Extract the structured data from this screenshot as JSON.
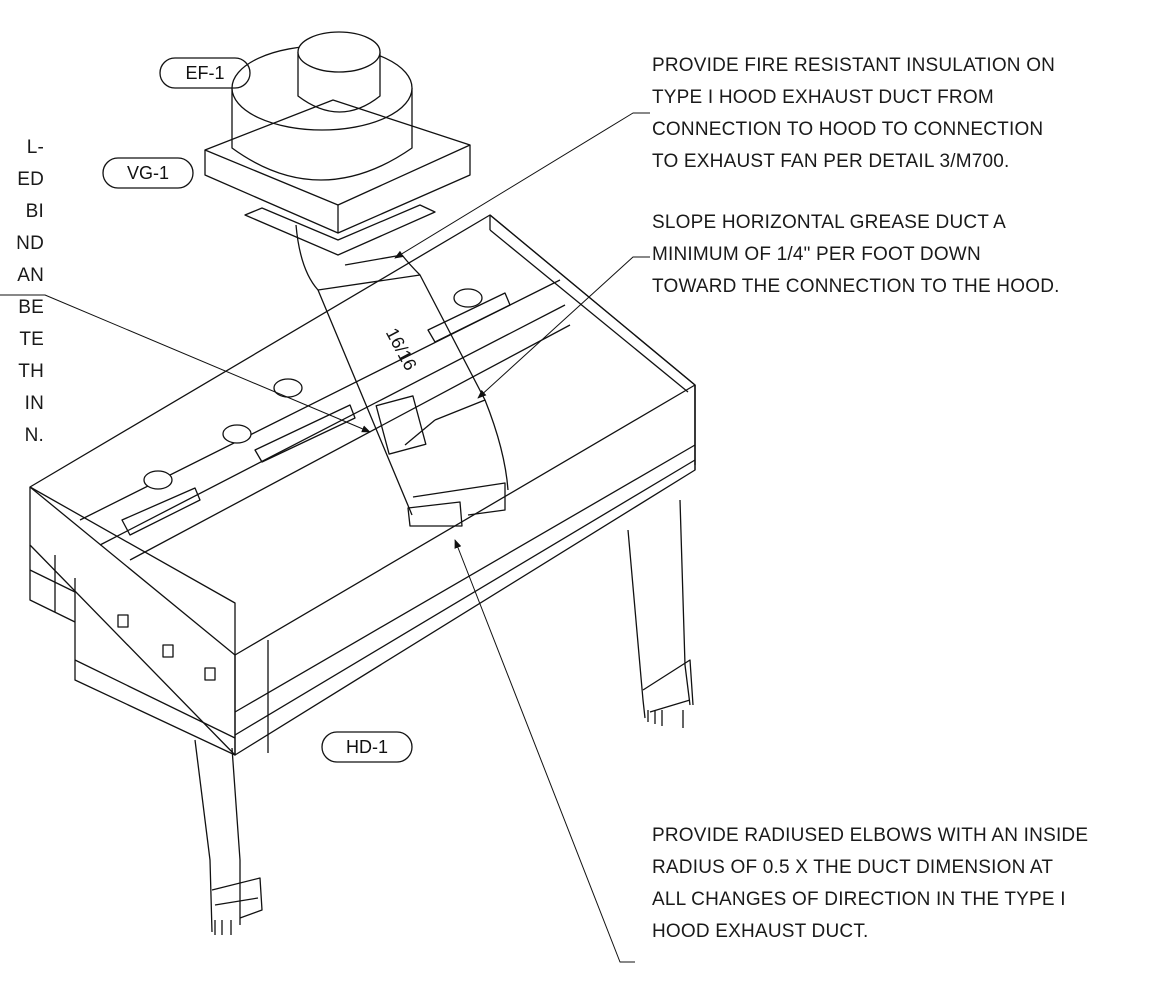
{
  "tags": {
    "ef1": "EF-1",
    "vg1": "VG-1",
    "hd1": "HD-1"
  },
  "duct_size": "16/16",
  "notes": {
    "left": [
      "L-",
      "ED",
      "BI",
      "ND",
      "AN",
      "BE",
      "TE",
      "TH",
      "IN",
      "N."
    ],
    "insulation": [
      "PROVIDE FIRE RESISTANT INSULATION ON",
      "TYPE I HOOD EXHAUST DUCT FROM",
      "CONNECTION TO HOOD TO CONNECTION",
      "TO EXHAUST FAN PER DETAIL 3/M700."
    ],
    "slope": [
      "SLOPE HORIZONTAL GREASE DUCT A",
      "MINIMUM OF 1/4\" PER FOOT DOWN",
      "TOWARD THE CONNECTION TO THE HOOD."
    ],
    "elbows": [
      "PROVIDE RADIUSED ELBOWS WITH AN INSIDE",
      "RADIUS OF 0.5 X THE DUCT DIMENSION AT",
      "ALL CHANGES OF DIRECTION IN THE TYPE I",
      "HOOD EXHAUST DUCT."
    ]
  }
}
